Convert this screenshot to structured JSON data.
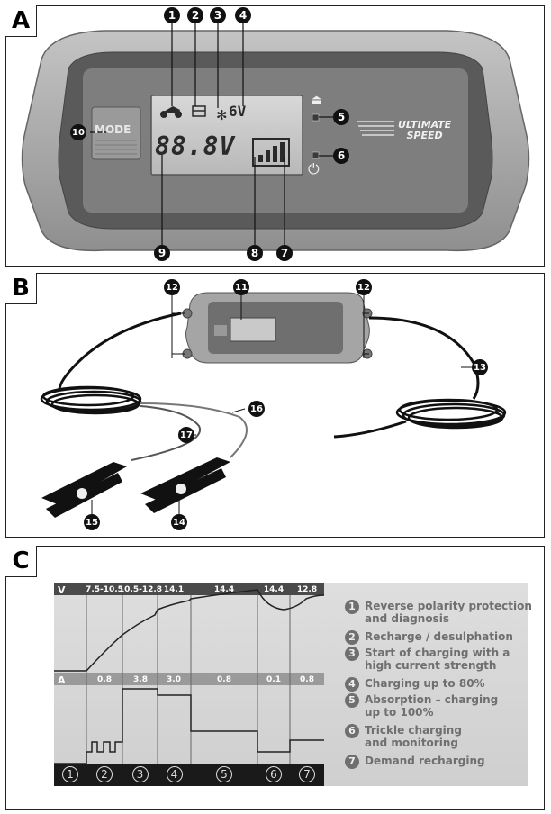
{
  "panels": {
    "a": {
      "label": "A"
    },
    "b": {
      "label": "B"
    },
    "c": {
      "label": "C"
    }
  },
  "device": {
    "mode_button": "MODE",
    "brand_line1": "ULTIMATE",
    "brand_line2": "SPEED",
    "lcd_voltage": "88.8V",
    "lcd_6v": "6V"
  },
  "callouts_a": [
    "1",
    "2",
    "3",
    "4",
    "5",
    "6",
    "7",
    "8",
    "9",
    "10"
  ],
  "callouts_b": [
    "11",
    "12",
    "12",
    "13",
    "14",
    "15",
    "16",
    "17"
  ],
  "chart_data": {
    "type": "line",
    "voltage_axis_label": "V",
    "current_axis_label": "A",
    "voltage_labels": [
      "7.5-10.5",
      "10.5-12.8",
      "14.1",
      "14.4",
      "14.4",
      "12.8"
    ],
    "current_labels": [
      "0.8",
      "3.8",
      "3.0",
      "0.8",
      "0.1",
      "0.8"
    ],
    "phases": [
      "1",
      "2",
      "3",
      "4",
      "5",
      "6",
      "7"
    ]
  },
  "legend": [
    {
      "num": "1",
      "lines": [
        "Reverse polarity protection",
        "and diagnosis"
      ]
    },
    {
      "num": "2",
      "lines": [
        "Recharge / desulphation"
      ]
    },
    {
      "num": "3",
      "lines": [
        "Start of charging with a",
        "high current strength"
      ]
    },
    {
      "num": "4",
      "lines": [
        "Charging up to 80%"
      ]
    },
    {
      "num": "5",
      "lines": [
        "Absorption – charging",
        "up to 100%"
      ]
    },
    {
      "num": "6",
      "lines": [
        "Trickle charging",
        "and monitoring"
      ]
    },
    {
      "num": "7",
      "lines": [
        "Demand recharging"
      ]
    }
  ]
}
